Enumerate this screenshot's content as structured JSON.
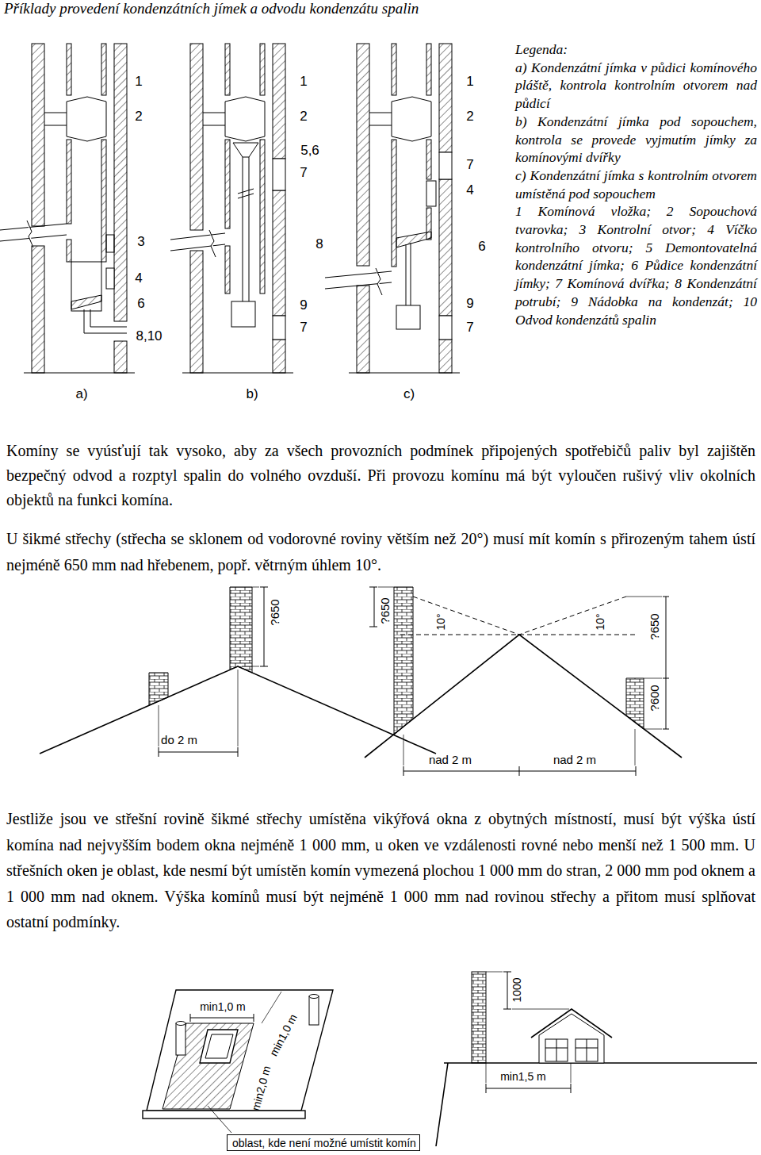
{
  "diagram": {
    "title": "Příklady provedení kondenzátních jímek a odvodu kondenzátu spalin",
    "nodes": [
      {
        "text": [
          "oblast, kde není možné umístit komín"
        ]
      }
    ],
    "labels": [
      "Legenda:",
      "a) Kondenzátní jímka v půdici komínového pláště, kontrola kontrolním otvorem nad půdicí",
      "b) Kondenzátní jímka pod sopouchem, kontrola se provede vyjmutím jímky za komínovými dvířky",
      "c) Kondenzátní jímka s kontrolním otvorem umístěná pod sopouchem",
      "1 Komínová vložka; 2 Sopouchová tvarovka; 3 Kontrolní otvor; 4 Víčko kontrolního otvoru; 5 Demontovatelná kondenzátní jímka; 6 Půdice kondenzátní jímky; 7 Komínová dvířka; 8 Kondenzátní potrubí; 9 Nádobka na kondenzát; 10 Odvod kondenzátů spalin",
      "1",
      "2",
      "3",
      "4",
      "6",
      "8,10",
      "1",
      "2",
      "5,6",
      "7",
      "8",
      "9",
      "7",
      "1",
      "2",
      "7",
      "4",
      "6",
      "9",
      "7",
      "a)",
      "b)",
      "c)",
      "Komíny se vyúsťují tak vysoko, aby za všech provozních podmínek připojených spotřebičů paliv byl zajištěn bezpečný odvod a rozptyl spalin do volného ovzduší. Při provozu komínu má být vyloučen rušivý vliv okolních objektů na funkci komína.",
      "U šikmé střechy (střecha se sklonem od vodorovné roviny větším než 20°) musí mít komín s přirozeným tahem ústí nejméně 650 mm nad hřebenem, popř. větrným úhlem 10°.",
      "?650",
      "do 2 m",
      "?650",
      "10°",
      "10°",
      "?650",
      "?600",
      "nad 2 m",
      "nad 2 m",
      "Jestliže jsou ve střešní rovině šikmé střechy umístěna vikýřová okna z obytných místností, musí být výška ústí komína nad nejvyšším bodem okna nejméně 1 000 mm, u oken ve vzdálenosti rovné nebo menší než 1 500 mm. U střešních oken je oblast, kde nesmí být umístěn komín vymezená plochou 1 000 mm do stran, 2 000 mm pod oknem a 1 000 mm nad oknem. Výška komínů musí být nejméně 1 000 mm nad rovinou střechy a přitom musí splňovat ostatní podmínky.",
      "min1,0 m",
      "min1,0 m",
      "min2,0 m",
      "1000",
      "min1,5 m"
    ]
  }
}
